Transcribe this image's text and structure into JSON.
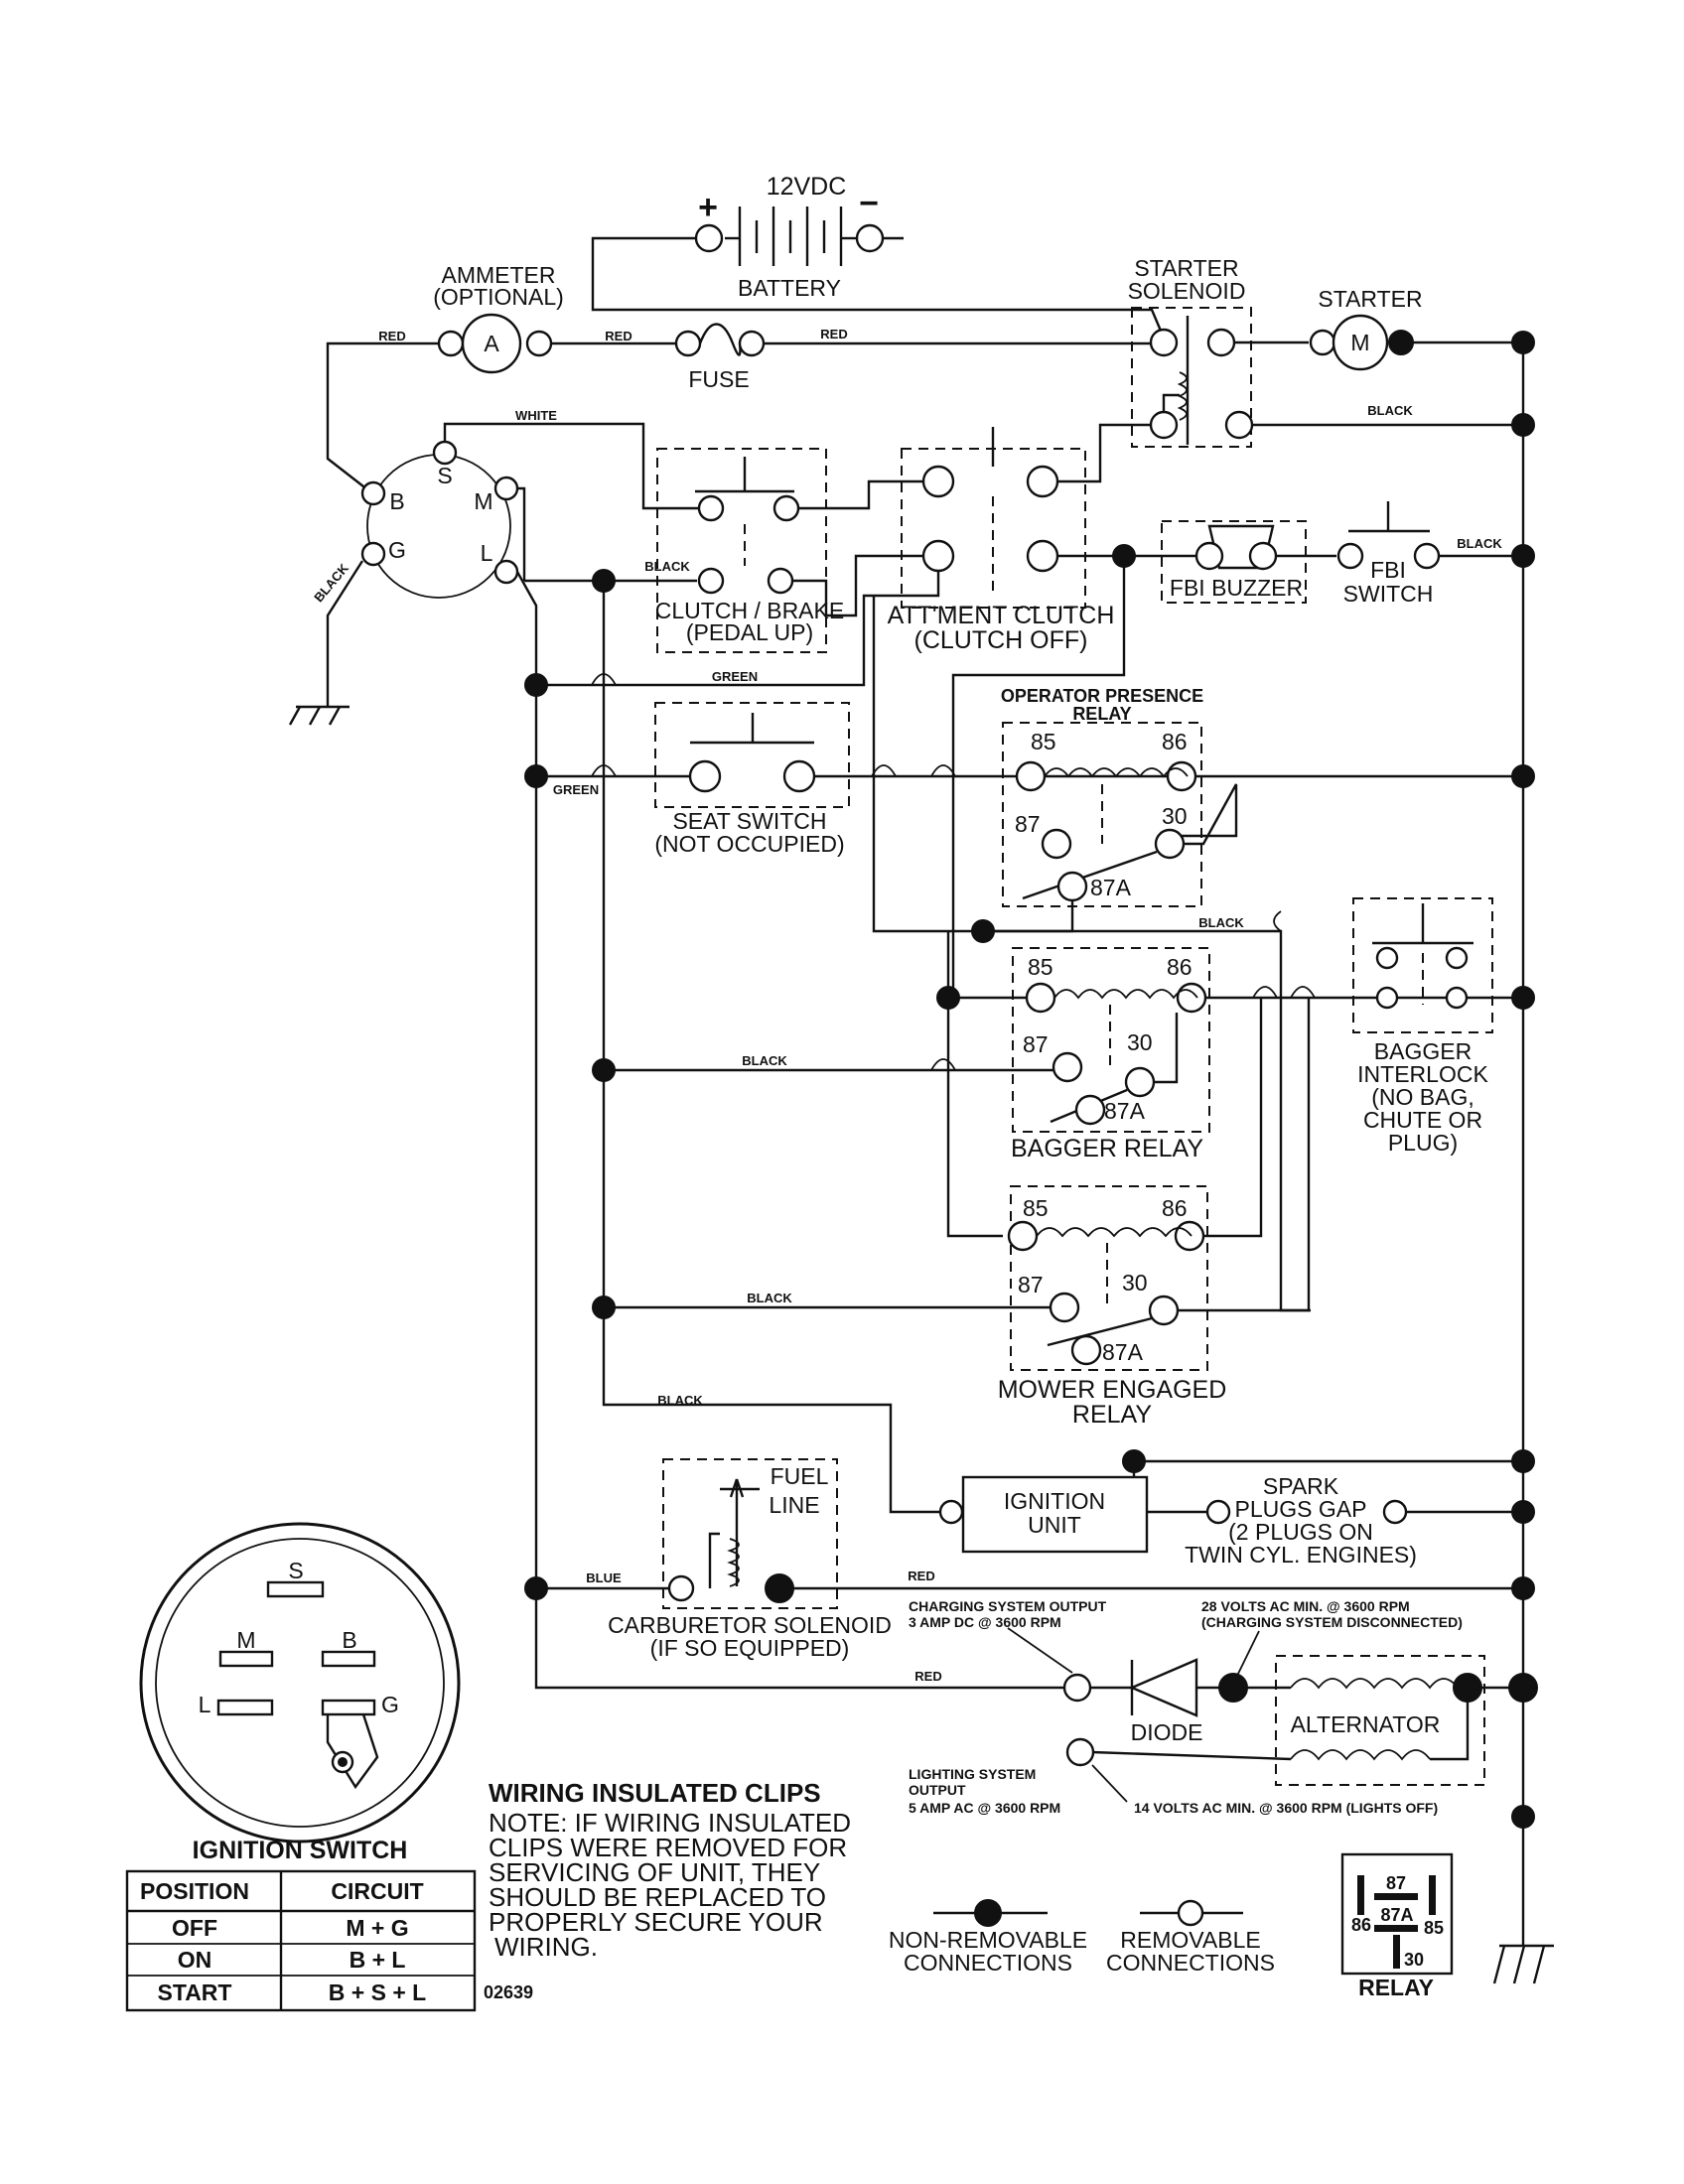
{
  "battery": {
    "voltage": "12VDC",
    "label": "BATTERY",
    "plus": "+",
    "minus": "−"
  },
  "ammeter": {
    "title": "AMMETER",
    "subtitle": "(OPTIONAL)",
    "symbol": "A"
  },
  "fuse": {
    "label": "FUSE"
  },
  "starter_solenoid": {
    "line1": "STARTER",
    "line2": "SOLENOID"
  },
  "starter": {
    "label": "STARTER",
    "symbol": "M"
  },
  "ignition_switch_terminals": {
    "s": "S",
    "m": "M",
    "b": "B",
    "g": "G",
    "l": "L"
  },
  "clutch_brake": {
    "line1": "CLUTCH / BRAKE",
    "line2": "(PEDAL UP)"
  },
  "attment_clutch": {
    "line1": "ATT'MENT CLUTCH",
    "line2": "(CLUTCH OFF)"
  },
  "fbi_buzzer": {
    "label": "FBI BUZZER"
  },
  "fbi_switch": {
    "line1": "FBI",
    "line2": "SWITCH"
  },
  "seat_switch": {
    "line1": "SEAT SWITCH",
    "line2": "(NOT OCCUPIED)"
  },
  "operator_presence_relay": {
    "line1": "OPERATOR PRESENCE",
    "line2": "RELAY"
  },
  "bagger_relay": {
    "label": "BAGGER RELAY"
  },
  "bagger_interlock": {
    "lines": [
      "BAGGER",
      "INTERLOCK",
      "(NO BAG,",
      "CHUTE OR",
      "PLUG)"
    ]
  },
  "mower_engaged_relay": {
    "line1": "MOWER ENGAGED",
    "line2": "RELAY"
  },
  "relay_terminals": {
    "t85": "85",
    "t86": "86",
    "t87": "87",
    "t30": "30",
    "t87a": "87A"
  },
  "fuel_line": {
    "line1": "FUEL",
    "line2": "LINE"
  },
  "carburetor_solenoid": {
    "line1": "CARBURETOR SOLENOID",
    "line2": "(IF SO EQUIPPED)"
  },
  "ignition_unit": {
    "line1": "IGNITION",
    "line2": "UNIT"
  },
  "spark_plugs": {
    "lines": [
      "SPARK",
      "PLUGS GAP",
      "(2 PLUGS ON",
      "TWIN CYL. ENGINES)"
    ]
  },
  "charging_output": {
    "line1": "CHARGING SYSTEM OUTPUT",
    "line2": "3 AMP DC @ 3600 RPM"
  },
  "volts28": {
    "line1": "28 VOLTS AC MIN. @ 3600 RPM",
    "line2": "(CHARGING SYSTEM DISCONNECTED)"
  },
  "diode": {
    "label": "DIODE"
  },
  "alternator": {
    "label": "ALTERNATOR"
  },
  "lighting_output": {
    "line1": "LIGHTING SYSTEM",
    "line2": "OUTPUT",
    "line3": "5 AMP AC @ 3600 RPM"
  },
  "volts14": {
    "label": "14 VOLTS AC MIN. @ 3600 RPM (LIGHTS OFF)"
  },
  "wires": {
    "red": "RED",
    "white": "WHITE",
    "black": "BLACK",
    "green": "GREEN",
    "blue": "BLUE"
  },
  "ignition_switch_detail": {
    "title": "IGNITION SWITCH",
    "terminals": {
      "s": "S",
      "m": "M",
      "b": "B",
      "l": "L",
      "g": "G"
    },
    "table": {
      "headers": [
        "POSITION",
        "CIRCUIT"
      ],
      "rows": [
        {
          "position": "OFF",
          "circuit": "M + G"
        },
        {
          "position": "ON",
          "circuit": "B + L"
        },
        {
          "position": "START",
          "circuit": "B + S + L"
        }
      ]
    }
  },
  "note": {
    "heading": "WIRING INSULATED CLIPS",
    "lines": [
      "NOTE: IF WIRING INSULATED",
      "CLIPS WERE REMOVED FOR",
      "SERVICING OF UNIT, THEY",
      "SHOULD BE REPLACED TO",
      "PROPERLY SECURE YOUR",
      "WIRING."
    ],
    "code": "02639"
  },
  "legend": {
    "non_removable": {
      "line1": "NON-REMOVABLE",
      "line2": "CONNECTIONS"
    },
    "removable": {
      "line1": "REMOVABLE",
      "line2": "CONNECTIONS"
    }
  },
  "relay_key": {
    "title": "RELAY",
    "t87": "87",
    "t86": "86",
    "t87a": "87A",
    "t85": "85",
    "t30": "30"
  }
}
